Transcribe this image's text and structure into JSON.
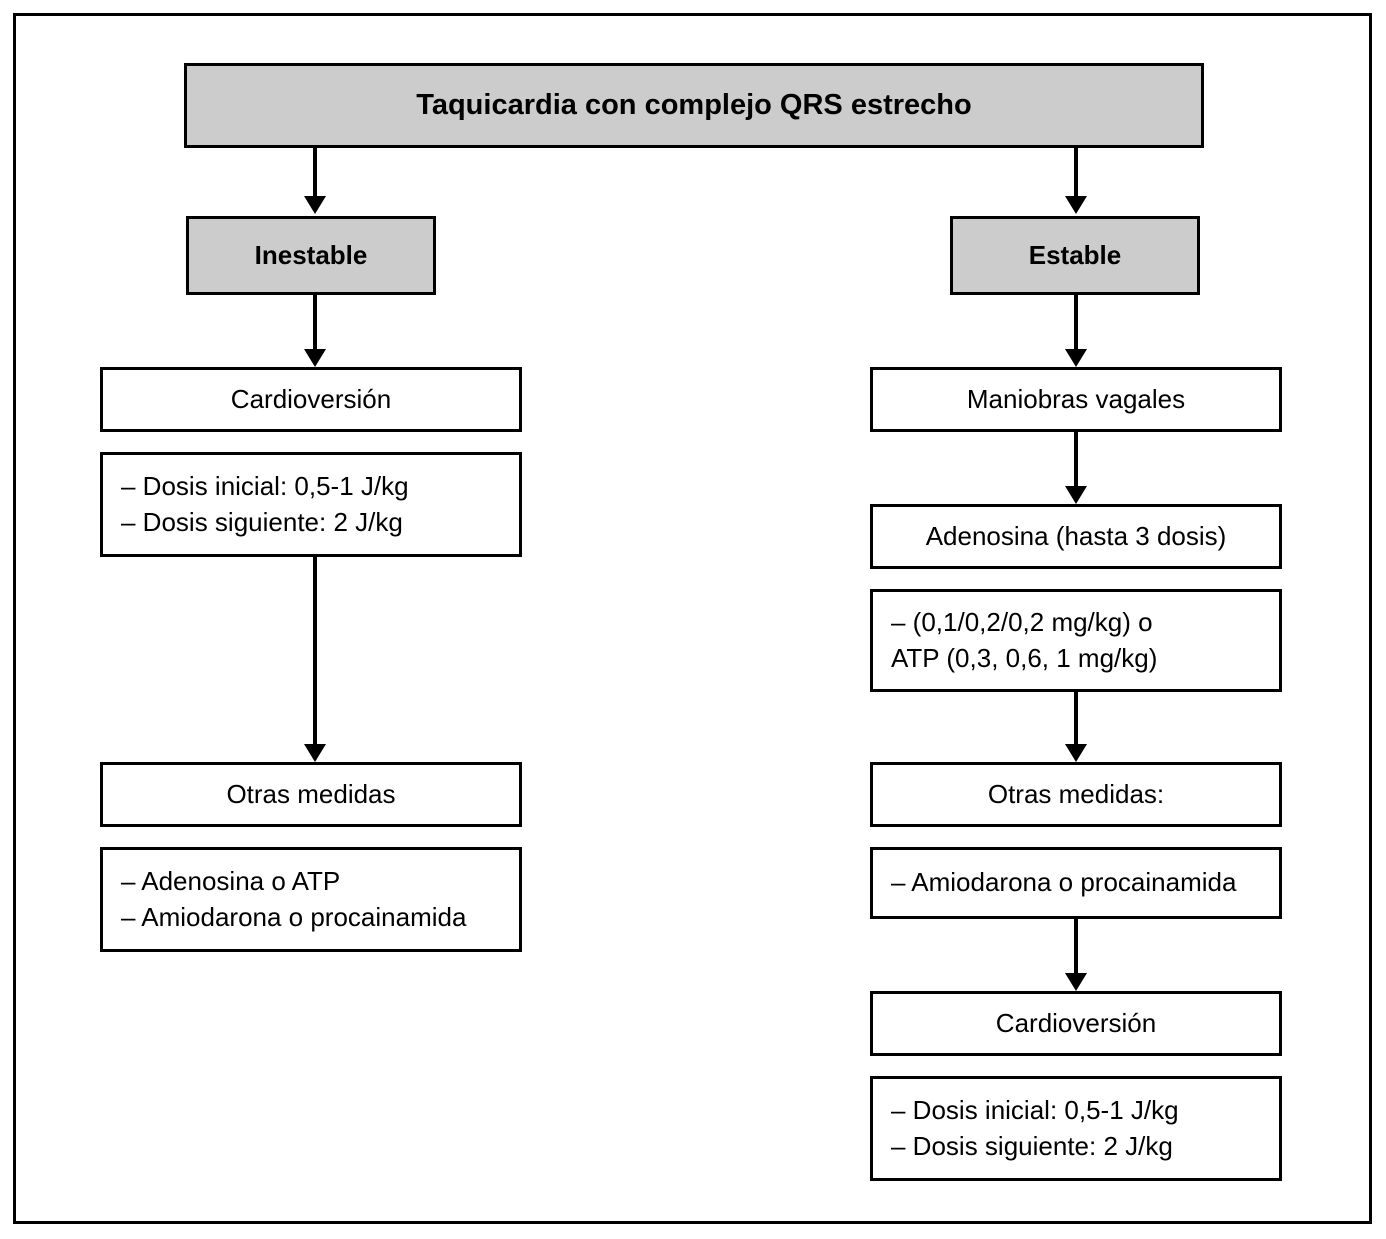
{
  "diagram": {
    "title_box": {
      "label": "Taquicardia con complejo QRS estrecho"
    },
    "branches": {
      "left": {
        "header": "Inestable",
        "steps": [
          {
            "name": "cardioversion",
            "label": "Cardioversión"
          },
          {
            "name": "cardioversion-doses",
            "label": "– Dosis inicial: 0,5-1 J/kg\n– Dosis siguiente: 2 J/kg"
          },
          {
            "name": "otras-medidas",
            "label": "Otras medidas"
          },
          {
            "name": "otras-medidas-detail",
            "label": "– Adenosina o ATP\n– Amiodarona o procainamida"
          }
        ]
      },
      "right": {
        "header": "Estable",
        "steps": [
          {
            "name": "maniobras-vagales",
            "label": "Maniobras vagales"
          },
          {
            "name": "adenosina",
            "label": "Adenosina (hasta 3 dosis)"
          },
          {
            "name": "adenosina-doses",
            "label": "– (0,1/0,2/0,2 mg/kg) o\n   ATP (0,3, 0,6, 1 mg/kg)"
          },
          {
            "name": "otras-medidas",
            "label": "Otras medidas:"
          },
          {
            "name": "otras-medidas-detail",
            "label": "– Amiodarona o procainamida"
          },
          {
            "name": "cardioversion",
            "label": "Cardioversión"
          },
          {
            "name": "cardioversion-doses",
            "label": "– Dosis inicial: 0,5-1 J/kg\n– Dosis siguiente: 2 J/kg"
          }
        ]
      }
    },
    "colors": {
      "highlight_fill": "#cccccc",
      "box_fill": "#ffffff",
      "stroke": "#000000"
    }
  }
}
